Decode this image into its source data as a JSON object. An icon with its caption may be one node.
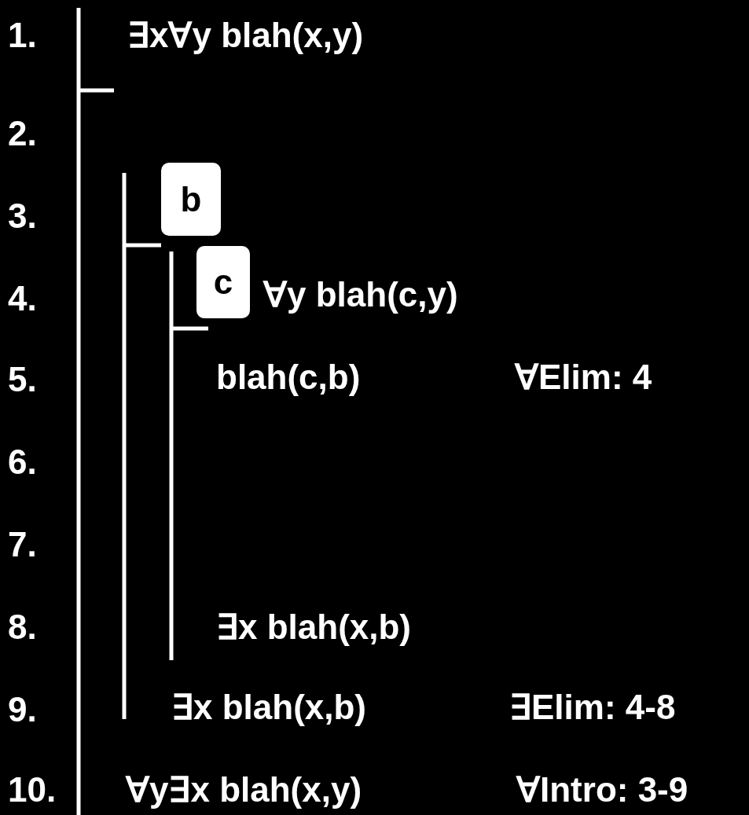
{
  "diagram": {
    "nodes": [
      {
        "text": [
          "b"
        ]
      },
      {
        "text": [
          "c"
        ]
      }
    ],
    "labels": [
      "1.",
      "∃x∀y blah(x,y)",
      "2.",
      "3.",
      "4.",
      "∀y blah(c,y)",
      "5.",
      "blah(c,b)",
      "∀Elim: 4",
      "6.",
      "7.",
      "8.",
      "∃x blah(x,b)",
      "9.",
      "∃x blah(x,b)",
      "∃Elim: 4-8",
      "10.",
      "∀y∃x blah(x,y)",
      "∀Intro: 3-9"
    ]
  }
}
